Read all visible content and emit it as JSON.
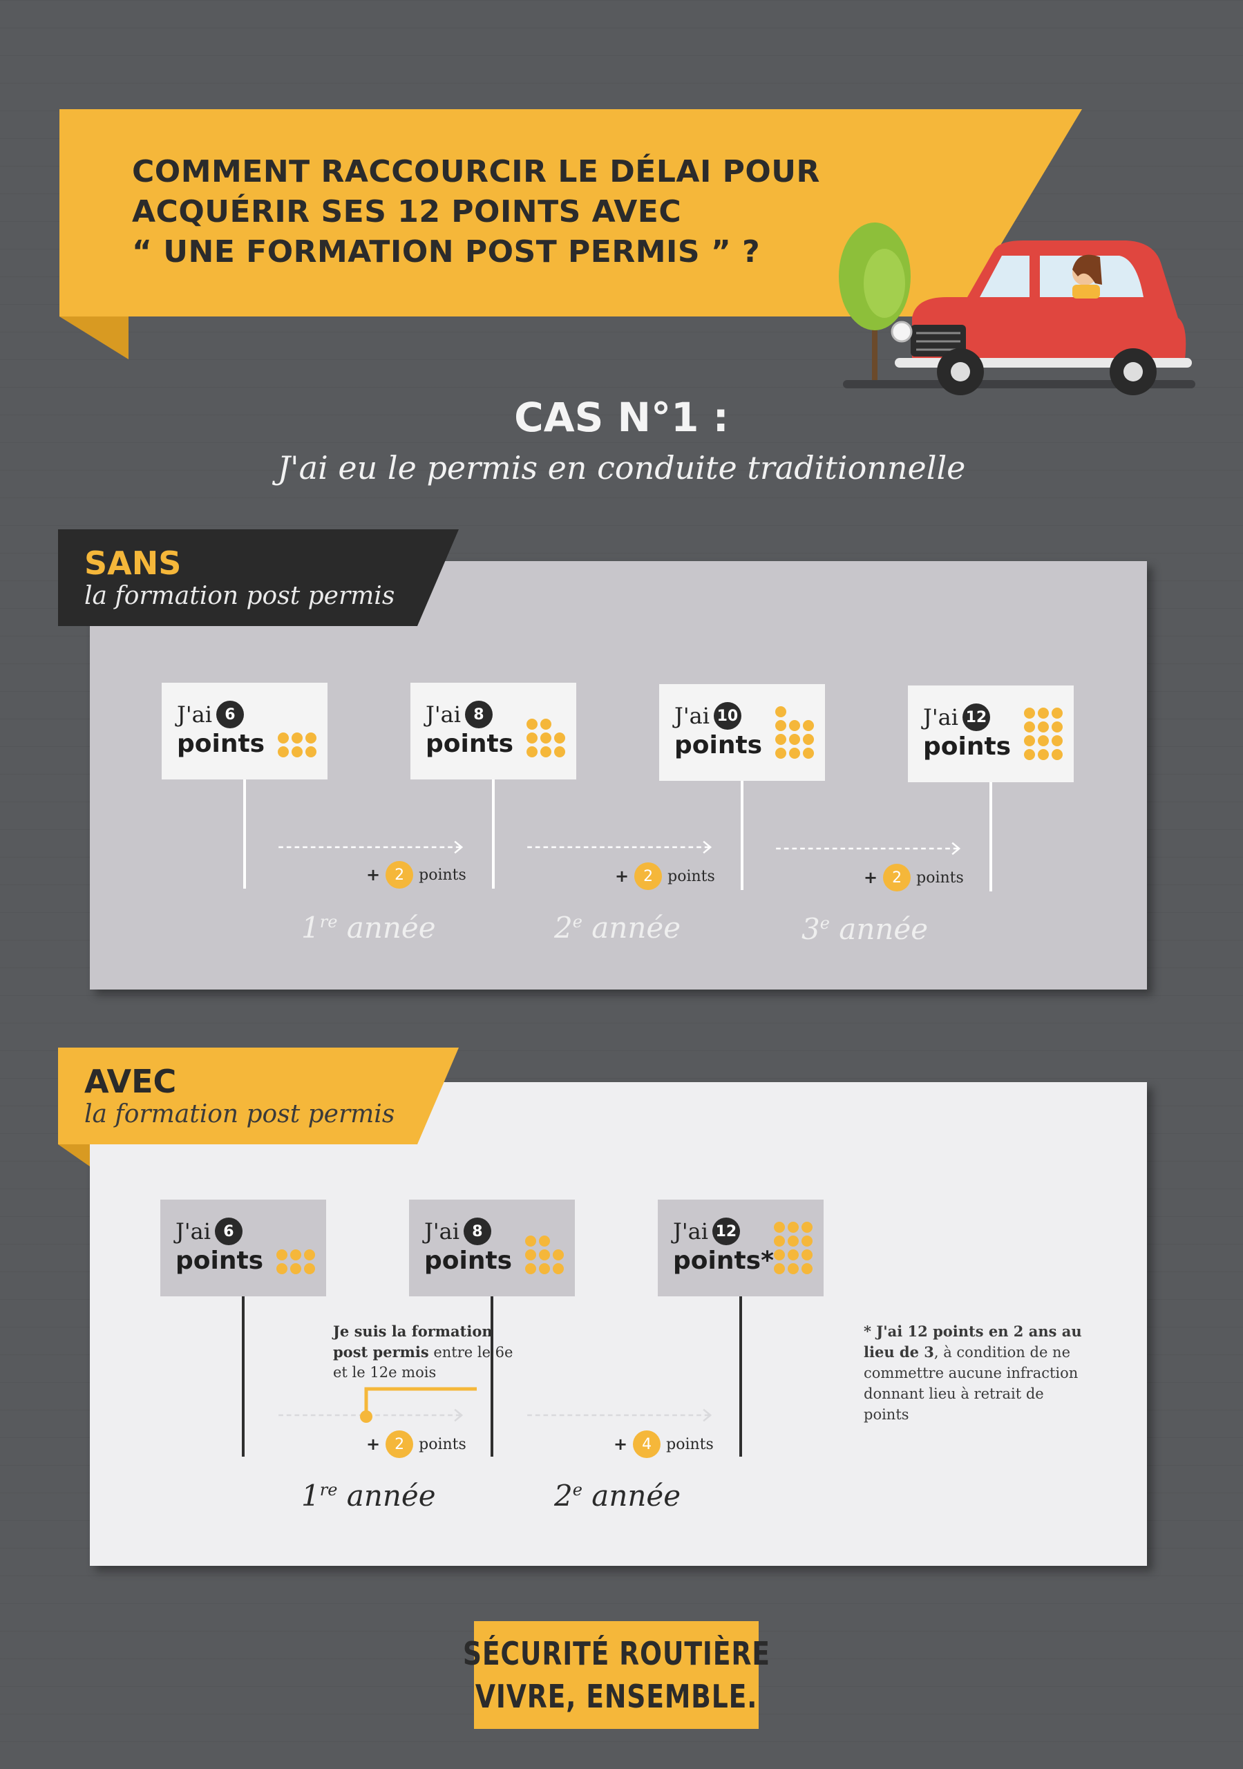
{
  "header": {
    "title_lines": [
      "COMMENT RACCOURCIR LE DÉLAI POUR",
      "ACQUÉRIR SES 12 POINTS AVEC",
      "“ UNE FORMATION POST PERMIS ” ?"
    ]
  },
  "case": {
    "title": "CAS N°1 :",
    "subtitle": "J'ai eu le permis en conduite traditionnelle"
  },
  "sans": {
    "tab_title": "SANS",
    "tab_subtitle": "la formation post permis",
    "signs": [
      {
        "prefix": "J'ai",
        "count": "6",
        "label": "points",
        "progress": 6
      },
      {
        "prefix": "J'ai",
        "count": "8",
        "label": "points",
        "progress": 8
      },
      {
        "prefix": "J'ai",
        "count": "10",
        "label": "points",
        "progress": 10
      },
      {
        "prefix": "J'ai",
        "count": "12",
        "label": "points",
        "progress": 12
      }
    ],
    "gains": [
      {
        "plus": "+",
        "value": "2",
        "unit": "points"
      },
      {
        "plus": "+",
        "value": "2",
        "unit": "points"
      },
      {
        "plus": "+",
        "value": "2",
        "unit": "points"
      }
    ],
    "years": [
      {
        "num": "1",
        "sup": "re",
        "word": "année"
      },
      {
        "num": "2",
        "sup": "e",
        "word": "année"
      },
      {
        "num": "3",
        "sup": "e",
        "word": "année"
      }
    ]
  },
  "avec": {
    "tab_title": "AVEC",
    "tab_subtitle": "la formation post permis",
    "signs": [
      {
        "prefix": "J'ai",
        "count": "6",
        "label": "points",
        "progress": 6
      },
      {
        "prefix": "J'ai",
        "count": "8",
        "label": "points",
        "progress": 8
      },
      {
        "prefix": "J'ai",
        "count": "12",
        "label": "points*",
        "progress": 12
      }
    ],
    "gains": [
      {
        "plus": "+",
        "value": "2",
        "unit": "points"
      },
      {
        "plus": "+",
        "value": "4",
        "unit": "points"
      }
    ],
    "years": [
      {
        "num": "1",
        "sup": "re",
        "word": "année"
      },
      {
        "num": "2",
        "sup": "e",
        "word": "année"
      }
    ],
    "callout": {
      "bold": "Je suis la formation post permis",
      "rest": " entre le 6e et le 12e mois"
    },
    "footnote": {
      "bold": "* J'ai 12 points en 2 ans au lieu de 3",
      "rest": ", à condition de ne commettre aucune infraction donnant lieu à retrait de points"
    }
  },
  "logo": {
    "line1": "SÉCURITÉ ROUTIÈRE",
    "line2": "VIVRE, ENSEMBLE."
  },
  "colors": {
    "background": "#585a5d",
    "accent_yellow": "#f5b73a",
    "dark": "#2a2a2a",
    "panel_sans": "#c8c6cb",
    "panel_avec": "#efeff1",
    "car_red": "#e0463f"
  },
  "icons": [
    "car-illustration-icon",
    "tree-icon",
    "point-dots-icon",
    "dashed-arrow-icon"
  ]
}
